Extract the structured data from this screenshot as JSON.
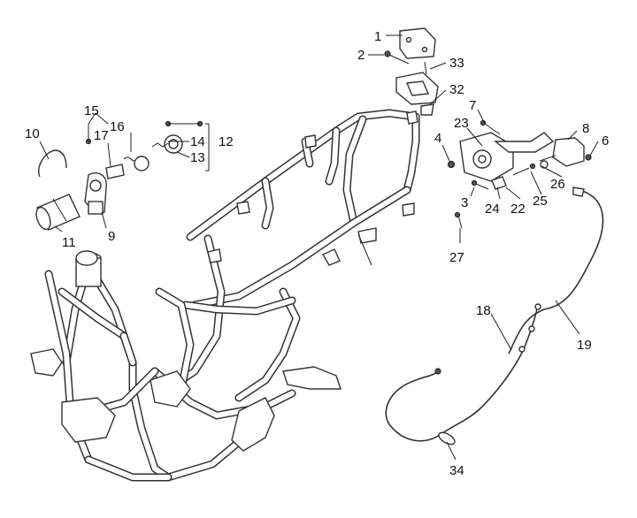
{
  "callouts": [
    {
      "id": "c1",
      "text": "1"
    },
    {
      "id": "c2",
      "text": "2"
    },
    {
      "id": "c33",
      "text": "33"
    },
    {
      "id": "c32",
      "text": "32"
    },
    {
      "id": "c7",
      "text": "7"
    },
    {
      "id": "c8",
      "text": "8"
    },
    {
      "id": "c6",
      "text": "6"
    },
    {
      "id": "c4",
      "text": "4"
    },
    {
      "id": "c23",
      "text": "23"
    },
    {
      "id": "c26",
      "text": "26"
    },
    {
      "id": "c25",
      "text": "25"
    },
    {
      "id": "c3",
      "text": "3"
    },
    {
      "id": "c24",
      "text": "24"
    },
    {
      "id": "c22",
      "text": "22"
    },
    {
      "id": "c27",
      "text": "27"
    },
    {
      "id": "c15",
      "text": "15"
    },
    {
      "id": "c16",
      "text": "16"
    },
    {
      "id": "c17",
      "text": "17"
    },
    {
      "id": "c10",
      "text": "10"
    },
    {
      "id": "c14",
      "text": "14"
    },
    {
      "id": "c12",
      "text": "12"
    },
    {
      "id": "c13",
      "text": "13"
    },
    {
      "id": "c9",
      "text": "9"
    },
    {
      "id": "c11",
      "text": "11"
    },
    {
      "id": "c18",
      "text": "18"
    },
    {
      "id": "c19",
      "text": "19"
    },
    {
      "id": "c34",
      "text": "34"
    }
  ]
}
